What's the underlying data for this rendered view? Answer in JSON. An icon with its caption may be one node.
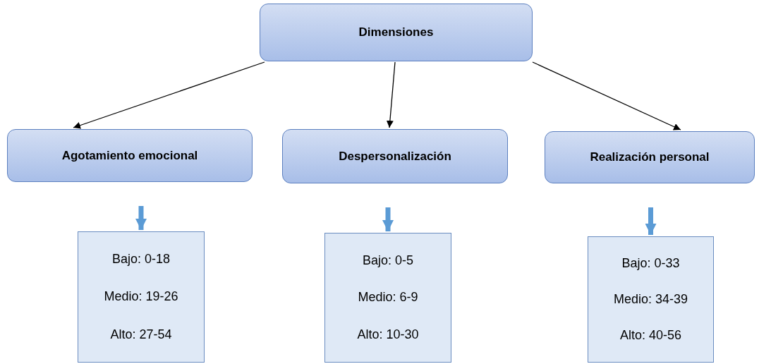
{
  "diagram": {
    "nodes": [
      {
        "text": [
          "Dimensiones"
        ]
      },
      {
        "text": [
          "Agotamiento emocional"
        ]
      },
      {
        "text": [
          "Despersonalización"
        ]
      },
      {
        "text": [
          "Realización personal"
        ]
      },
      {
        "text": [
          "Bajo: 0-18",
          "Medio: 19-26",
          "Alto: 27-54"
        ]
      },
      {
        "text": [
          "Bajo: 0-5",
          "Medio: 6-9",
          "Alto: 10-30"
        ]
      },
      {
        "text": [
          "Bajo: 0-33",
          "Medio: 34-39",
          "Alto: 40-56"
        ]
      }
    ],
    "edges": [
      {
        "from": 0,
        "to": 1,
        "arrow": "to"
      },
      {
        "from": 0,
        "to": 2,
        "arrow": "to"
      },
      {
        "from": 0,
        "to": 3,
        "arrow": "to"
      },
      {
        "from": 1,
        "to": 4,
        "arrow": "to",
        "style": "thick",
        "color": "#5b9bd5"
      },
      {
        "from": 2,
        "to": 5,
        "arrow": "to",
        "style": "thick",
        "color": "#5b9bd5"
      },
      {
        "from": 3,
        "to": 6,
        "arrow": "to",
        "style": "thick",
        "color": "#5b9bd5"
      }
    ]
  }
}
